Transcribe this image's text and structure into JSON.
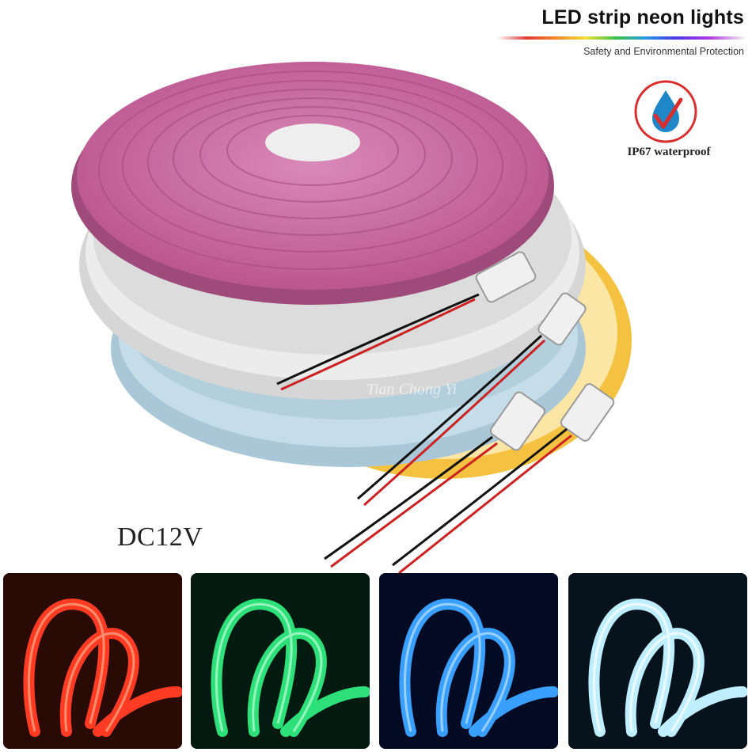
{
  "header": {
    "title": "LED strip neon lights",
    "subtitle": "Safety and Environmental Protection"
  },
  "badge": {
    "label": "IP67 waterproof",
    "icon": "water-drop-check-icon"
  },
  "voltage": "DC12V",
  "coils": {
    "colors": [
      "#c4689d",
      "#e4e4e4",
      "#b8d4e0",
      "#f4c140"
    ],
    "watermark": "Tian Chong Yi"
  },
  "color_samples": [
    {
      "name": "red",
      "glow": "#ff3b24",
      "bg": "#2a0a04"
    },
    {
      "name": "green",
      "glow": "#2ee07a",
      "bg": "#031a10"
    },
    {
      "name": "blue",
      "glow": "#3aa0ff",
      "bg": "#020a24"
    },
    {
      "name": "ice-blue",
      "glow": "#bfefff",
      "bg": "#06121c"
    }
  ]
}
